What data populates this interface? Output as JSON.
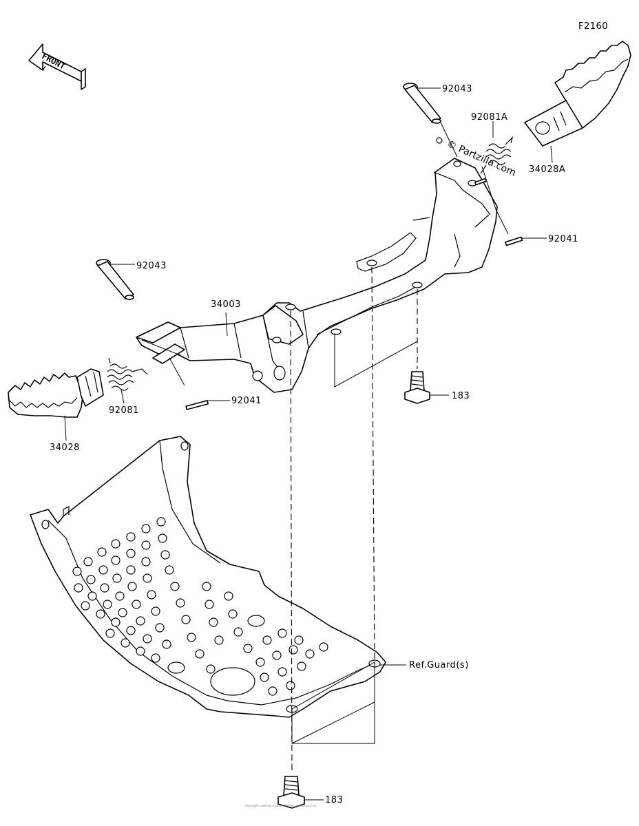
{
  "diagram": {
    "code": "F2160",
    "direction_label": "FRONT",
    "watermark": "© Partzilla.com",
    "fine_print": "Copyright material, Kawasaki Heavy Industries, Ltd.",
    "callouts": {
      "pin_left": "92043",
      "pin_right": "92043",
      "bracket": "34003",
      "spring_left": "92081",
      "spring_right": "92081A",
      "cotter_left": "92041",
      "cotter_right": "92041",
      "footpeg_left": "34028",
      "footpeg_right": "34028A",
      "bolt_upper": "183",
      "bolt_lower": "183",
      "guard_ref": "Ref.Guard(s)"
    }
  }
}
